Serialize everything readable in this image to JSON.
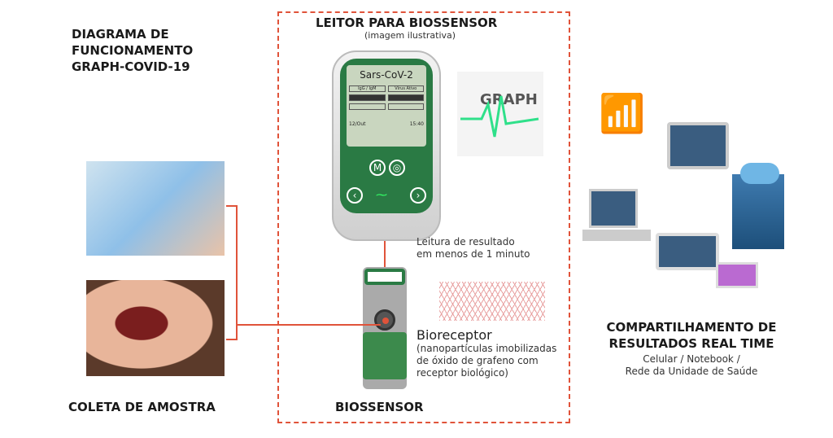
{
  "title": [
    "DIAGRAMA DE",
    "FUNCIONAMENTO",
    "GRAPH-COVID-19"
  ],
  "reader": {
    "title": "LEITOR PARA BIOSSENSOR",
    "subtitle": "(imagem ilustrativa)",
    "screen_title": "Sars-CoV-2",
    "col1": "IgG / IgM",
    "col2": "Vírus Ativo",
    "date": "12/Out",
    "time": "15:40",
    "btn_m": "M",
    "logo": "GRAPH"
  },
  "reading": [
    "Leitura de resultado",
    "em menos de 1 minuto"
  ],
  "bioreceptor": {
    "title": "Bioreceptor",
    "desc": [
      "(nanopartículas imobilizadas",
      "de óxido de grafeno com",
      "receptor biológico)"
    ]
  },
  "biosensor_label": "BIOSSENSOR",
  "sample_label": "COLETA DE AMOSTRA",
  "sharing": {
    "title": [
      "COMPARTILHAMENTO DE",
      "RESULTADOS REAL TIME"
    ],
    "desc": [
      "Celular / Notebook /",
      "Rede da Unidade de Saúde"
    ]
  },
  "colors": {
    "accent": "#e0533a",
    "green": "#2a7a44"
  }
}
